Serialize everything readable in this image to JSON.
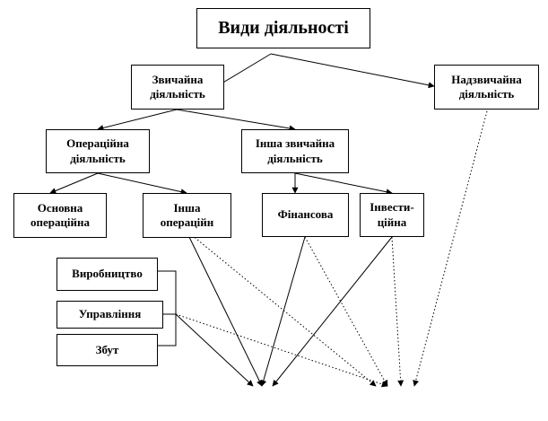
{
  "nodes": {
    "root": "Види діяльності",
    "ordinary": "Звичайна\nдіяльність",
    "extraordinary": "Надзвичайна\nдіяльність",
    "operating": "Операційна\nдіяльність",
    "other_ordinary": "Інша звичайна\nдіяльність",
    "main_operating": "Основна\nопераційна",
    "other_operating": "Інша\nопераційн",
    "financial": "Фінансова",
    "investment": "Інвести-\nційна",
    "production": "Виробництво",
    "management": "Управління",
    "sales": "Збут"
  }
}
